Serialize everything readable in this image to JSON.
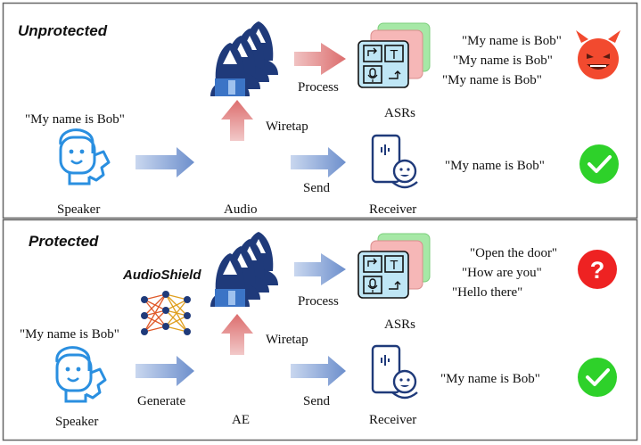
{
  "panels": [
    {
      "title": "Unprotected",
      "speaker_quote": "\"My name is Bob\"",
      "speaker_label": "Speaker",
      "audio_label": "Audio",
      "wiretap_label": "Wiretap",
      "process_label": "Process",
      "asrs_label": "ASRs",
      "send_label": "Send",
      "receiver_label": "Receiver",
      "asr_outputs": [
        "\"My name is Bob\"",
        "\"My name is Bob\"",
        "\"My name is Bob\""
      ],
      "receiver_output": "\"My name is Bob\"",
      "attacker_status_icon": "devil-face-icon",
      "receiver_status_icon": "check-icon"
    },
    {
      "title": "Protected",
      "tool_label": "AudioShield",
      "speaker_quote": "\"My name is Bob\"",
      "speaker_label": "Speaker",
      "generate_label": "Generate",
      "audio_label": "AE",
      "wiretap_label": "Wiretap",
      "process_label": "Process",
      "asrs_label": "ASRs",
      "send_label": "Send",
      "receiver_label": "Receiver",
      "asr_outputs": [
        "\"Open the door\"",
        "\"How are you\"",
        "\"Hello there\""
      ],
      "receiver_output": "\"My name is Bob\"",
      "attacker_status_icon": "question-mark-icon",
      "receiver_status_icon": "check-icon"
    }
  ],
  "colors": {
    "border": "#666666",
    "flow_arrow": "#7f9fd0",
    "wiretap_arrow": "#e07a7a",
    "attacker_blue": "#1f3a7a",
    "speaker_blue": "#2a8fe0",
    "audio_blue": "#3a78d8",
    "ae_green": "#2fc93f",
    "devil_red": "#f24a2f",
    "question_red": "#ee2222",
    "check_green": "#2ed12a"
  }
}
